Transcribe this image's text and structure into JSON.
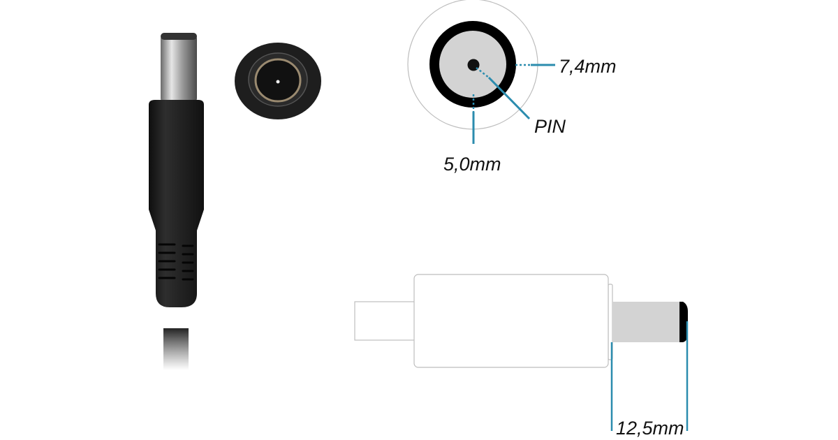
{
  "labels": {
    "outer_diameter": "7,4mm",
    "pin": "PIN",
    "inner_diameter": "5,0mm",
    "tip_length": "12,5mm"
  },
  "colors": {
    "dimension_line": "#2b8cae",
    "plug_body": "#1c1c1c",
    "tip_gray": "#d3d3d3"
  }
}
